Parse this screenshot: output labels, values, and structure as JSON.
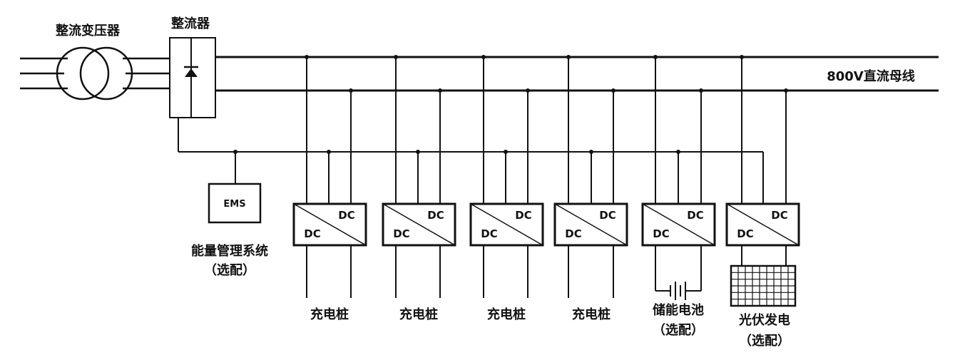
{
  "labels": {
    "transformer": "整流变压器",
    "rectifier": "整流器",
    "dc_bus": "800V直流母线",
    "ems_box": "EMS",
    "ems_name": "能量管理系统",
    "ems_optional": "（选配）"
  },
  "converters": [
    {
      "top": "DC",
      "bottom": "DC",
      "label": "充电桩",
      "label2": ""
    },
    {
      "top": "DC",
      "bottom": "DC",
      "label": "充电桩",
      "label2": ""
    },
    {
      "top": "DC",
      "bottom": "DC",
      "label": "充电桩",
      "label2": ""
    },
    {
      "top": "DC",
      "bottom": "DC",
      "label": "充电桩",
      "label2": ""
    },
    {
      "top": "DC",
      "bottom": "DC",
      "label": "储能电池",
      "label2": "（选配）"
    },
    {
      "top": "DC",
      "bottom": "DC",
      "label": "光伏发电",
      "label2": "（选配）"
    }
  ]
}
